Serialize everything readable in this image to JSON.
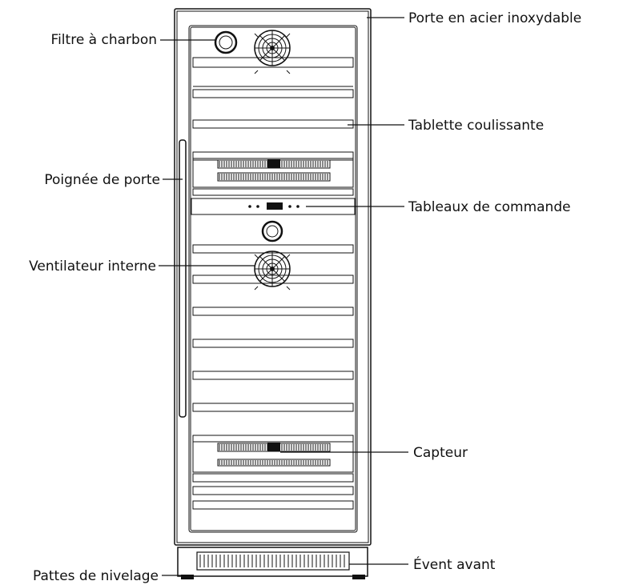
{
  "labels": {
    "stainless_door": "Porte en acier inoxydable",
    "carbon_filter": "Filtre à charbon",
    "sliding_shelf": "Tablette coulissante",
    "door_handle": "Poignée de porte",
    "control_panel": "Tableaux de commande",
    "internal_fan": "Ventilateur interne",
    "sensor": "Capteur",
    "front_vent": "Évent avant",
    "leveling_legs": "Pattes de nivelage"
  },
  "colors": {
    "line": "#111111",
    "background": "#ffffff"
  }
}
